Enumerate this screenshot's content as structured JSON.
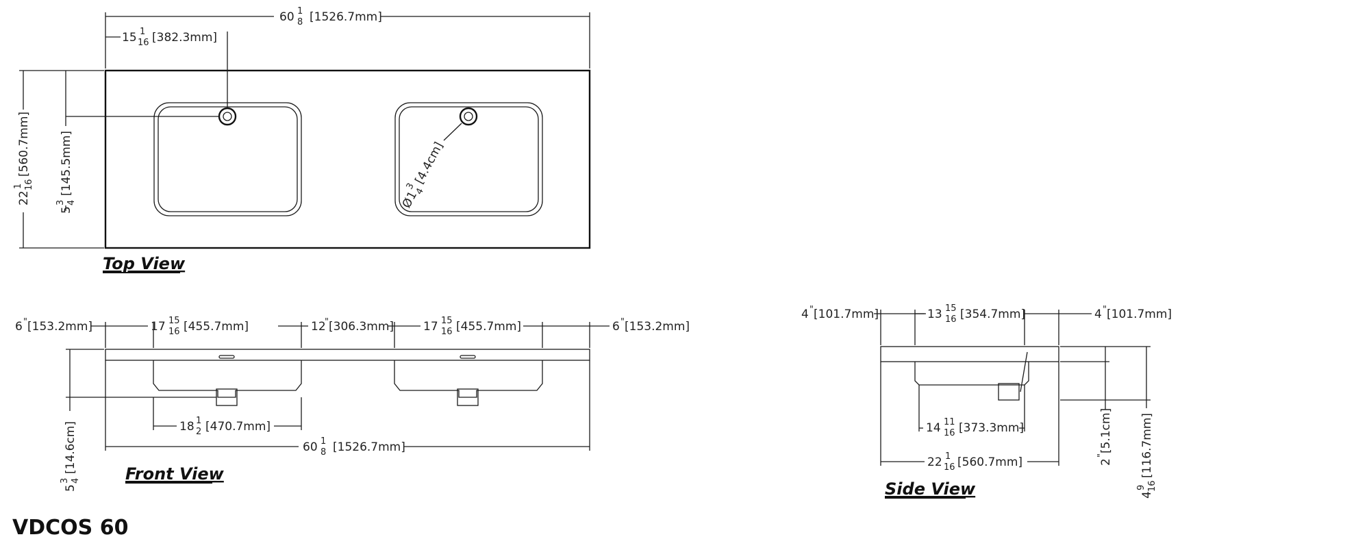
{
  "model": "VDCOS 60",
  "views": {
    "top": "Top View",
    "front": "Front View",
    "side": "Side View"
  },
  "top_view": {
    "overall_width": {
      "whole": "60",
      "num": "1",
      "den": "8",
      "metric": "[1526.7mm]"
    },
    "drain_offset": {
      "whole": "15",
      "num": "1",
      "den": "16",
      "metric": "[382.3mm]"
    },
    "overall_depth": {
      "whole": "22",
      "num": "1",
      "den": "16",
      "metric": "[560.7mm]"
    },
    "drain_depth": {
      "whole": "5",
      "num": "3",
      "den": "4",
      "metric": "[145.5mm]"
    },
    "drain_diameter": {
      "symbol": "Ø",
      "whole": "1",
      "num": "3",
      "den": "4",
      "metric": "[4.4cm]"
    }
  },
  "front_view": {
    "left_margin": {
      "whole": "6",
      "metric": "[153.2mm]"
    },
    "basin_width_left": {
      "whole": "17",
      "num": "15",
      "den": "16",
      "metric": "[455.7mm]"
    },
    "center_gap": {
      "whole": "12",
      "metric": "[306.3mm]"
    },
    "basin_width_right": {
      "whole": "17",
      "num": "15",
      "den": "16",
      "metric": "[455.7mm]"
    },
    "right_margin": {
      "whole": "6",
      "metric": "[153.2mm]"
    },
    "basin_center": {
      "whole": "18",
      "num": "1",
      "den": "2",
      "metric": "[470.7mm]"
    },
    "overall_width": {
      "whole": "60",
      "num": "1",
      "den": "8",
      "metric": "[1526.7mm]"
    },
    "height": {
      "whole": "5",
      "num": "3",
      "den": "4",
      "metric": "[14.6cm]"
    }
  },
  "side_view": {
    "left_margin": {
      "whole": "4",
      "metric": "[101.7mm]"
    },
    "basin_width": {
      "whole": "13",
      "num": "15",
      "den": "16",
      "metric": "[354.7mm]"
    },
    "right_margin": {
      "whole": "4",
      "metric": "[101.7mm]"
    },
    "basin_bottom": {
      "whole": "14",
      "num": "11",
      "den": "16",
      "metric": "[373.3mm]"
    },
    "overall_depth": {
      "whole": "22",
      "num": "1",
      "den": "16",
      "metric": "[560.7mm]"
    },
    "lip_height": {
      "whole": "2",
      "metric": "[5.1cm]"
    },
    "overall_height": {
      "whole": "4",
      "num": "9",
      "den": "16",
      "metric": "[116.7mm]"
    }
  }
}
